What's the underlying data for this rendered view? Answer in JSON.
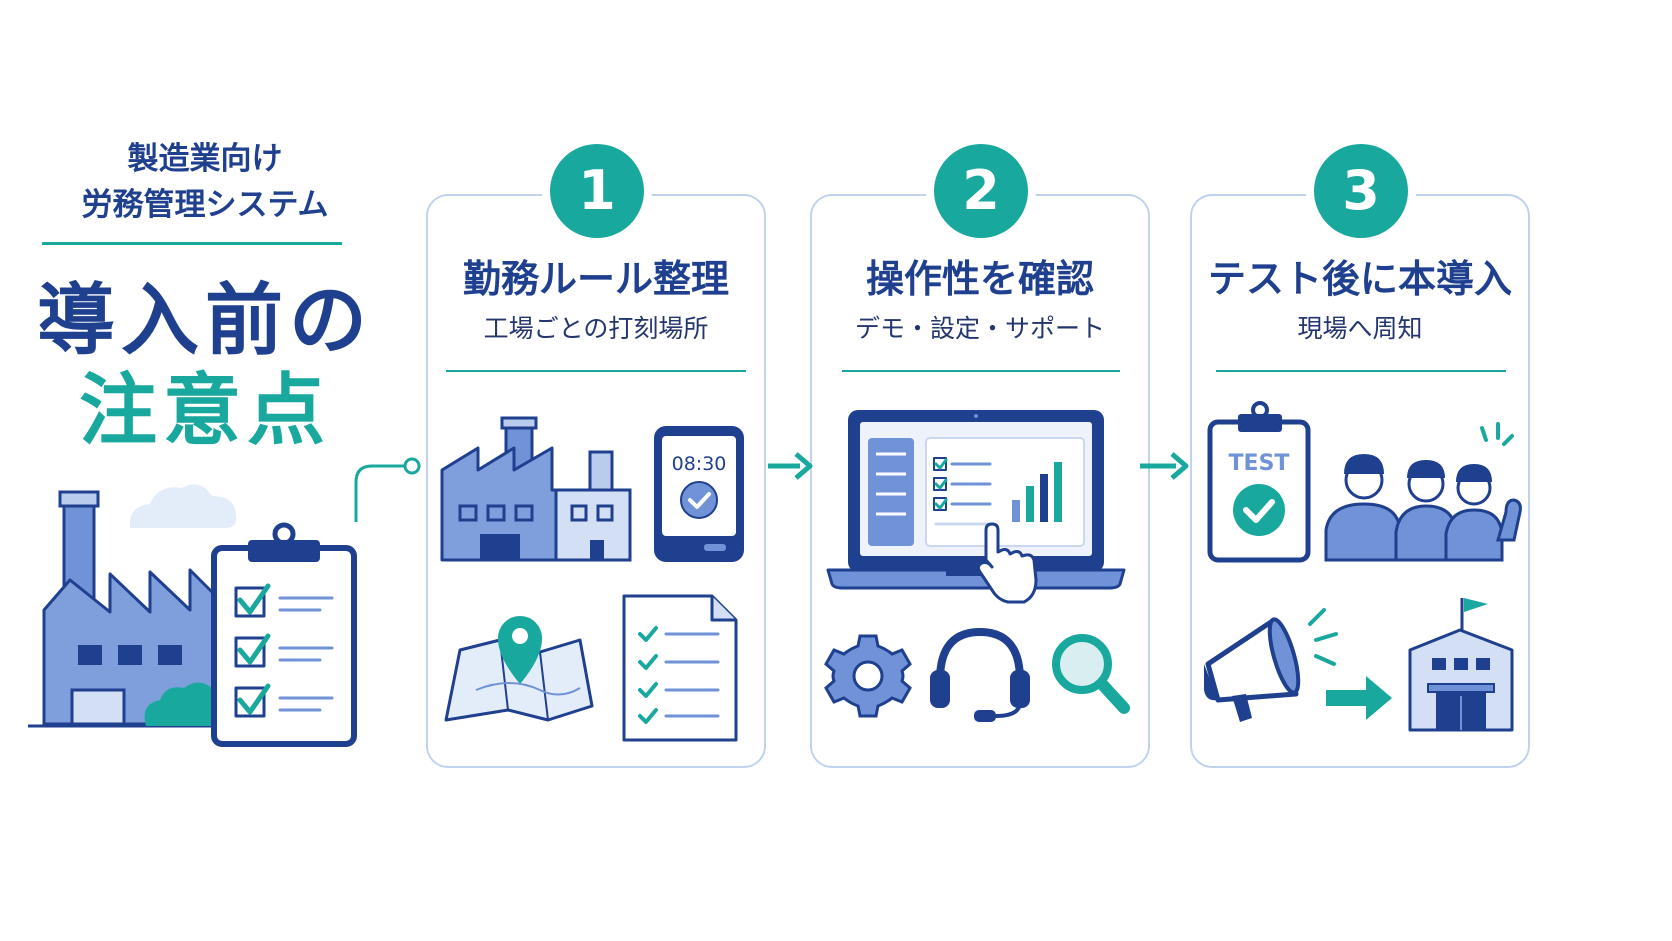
{
  "left": {
    "subtitle_line1": "製造業向け",
    "subtitle_line2": "労務管理システム",
    "title_line1": "導入前の",
    "title_line2": "注意点"
  },
  "steps": [
    {
      "number": "1",
      "title": "勤務ルール整理",
      "subtitle": "工場ごとの打刻場所",
      "clock_time": "08:30"
    },
    {
      "number": "2",
      "title": "操作性を確認",
      "subtitle": "デモ・設定・サポート"
    },
    {
      "number": "3",
      "title": "テスト後に本導入",
      "subtitle": "現場へ周知",
      "clipboard_label": "TEST"
    }
  ],
  "colors": {
    "navy": "#1f3f8f",
    "teal": "#19a89e",
    "light_blue": "#6f93d6",
    "card_border": "#bfd2ee"
  },
  "icons": {
    "left": [
      "factory-icon",
      "clipboard-checklist-icon",
      "cloud-icon",
      "bush-icon"
    ],
    "step1": [
      "factory-icon",
      "clock-tablet-icon",
      "map-pin-icon",
      "checklist-document-icon"
    ],
    "step2": [
      "laptop-dashboard-icon",
      "gear-icon",
      "headset-icon",
      "magnifier-icon"
    ],
    "step3": [
      "test-clipboard-icon",
      "workers-icon",
      "megaphone-icon",
      "building-flag-icon"
    ]
  }
}
